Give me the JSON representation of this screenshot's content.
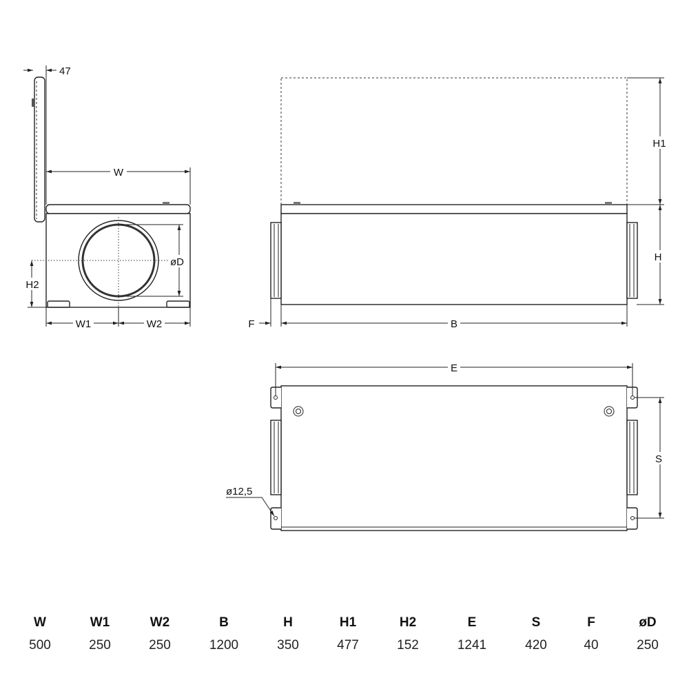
{
  "drawing": {
    "side_view": {
      "dim_47": "47",
      "dim_w": "W",
      "dim_h2": "H2",
      "dim_od": "øD",
      "dim_w1": "W1",
      "dim_w2": "W2"
    },
    "front_view": {
      "dim_h1": "H1",
      "dim_h": "H",
      "dim_f": "F",
      "dim_b": "B"
    },
    "top_view": {
      "dim_e": "E",
      "dim_s": "S",
      "hole_label": "ø12,5"
    }
  },
  "table": {
    "headers": [
      "W",
      "W1",
      "W2",
      "B",
      "H",
      "H1",
      "H2",
      "E",
      "S",
      "F",
      "øD"
    ],
    "values": [
      "500",
      "250",
      "250",
      "1200",
      "350",
      "477",
      "152",
      "1241",
      "420",
      "40",
      "250"
    ]
  }
}
